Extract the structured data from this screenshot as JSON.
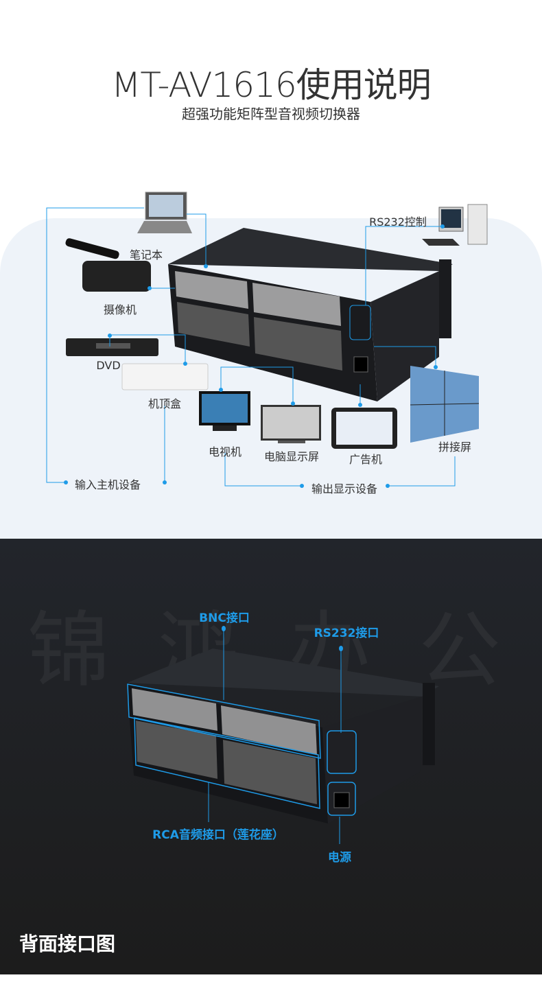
{
  "header": {
    "title": "MT-AV1616使用说明",
    "subtitle": "超强功能矩阵型音视频切换器"
  },
  "connection_diagram": {
    "inputs": [
      "笔记本",
      "摄像机",
      "DVD",
      "机顶盒"
    ],
    "outputs": [
      "电视机",
      "电脑显示屏",
      "广告机",
      "拼接屏"
    ],
    "control": "RS232控制",
    "input_group": "输入主机设备",
    "output_group": "输出显示设备"
  },
  "rear_panel": {
    "callouts": {
      "bnc": "BNC接口",
      "rs232": "RS232接口",
      "rca": "RCA音频接口（莲花座）",
      "power": "电源"
    },
    "section_title": "背面接口图",
    "watermark": "锦鸿办公"
  },
  "colors": {
    "accent": "#1e9be8",
    "dark_bg": "#202329",
    "light_panel": "#eef3f9"
  }
}
